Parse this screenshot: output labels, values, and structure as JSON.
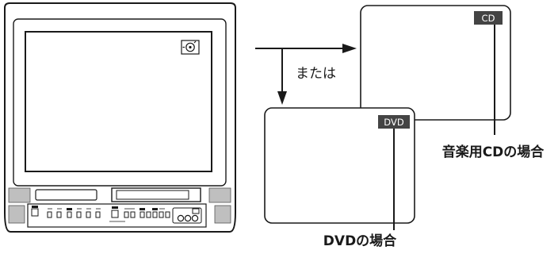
{
  "tv": {
    "screen_icon": "disc-icon"
  },
  "arrow_caption": "または",
  "screen_cd": {
    "badge": "CD",
    "caption": "音楽用CDの場合"
  },
  "screen_dvd": {
    "badge": "DVD",
    "caption": "DVDの場合"
  }
}
